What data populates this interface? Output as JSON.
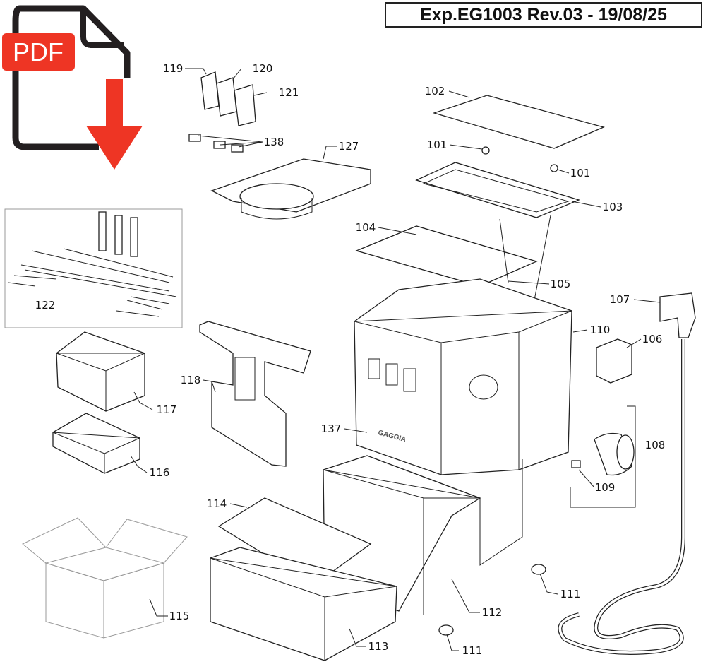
{
  "header": {
    "title": "Exp.EG1003 Rev.03 - 19/08/25"
  },
  "pdf_icon": {
    "label": "PDF",
    "accent": "#ee3524"
  },
  "part_labels": [
    "119",
    "120",
    "121",
    "138",
    "127",
    "102",
    "101",
    "101",
    "103",
    "104",
    "105",
    "107",
    "110",
    "106",
    "108",
    "109",
    "122",
    "117",
    "118",
    "137",
    "116",
    "114",
    "111",
    "112",
    "115",
    "113",
    "111"
  ]
}
